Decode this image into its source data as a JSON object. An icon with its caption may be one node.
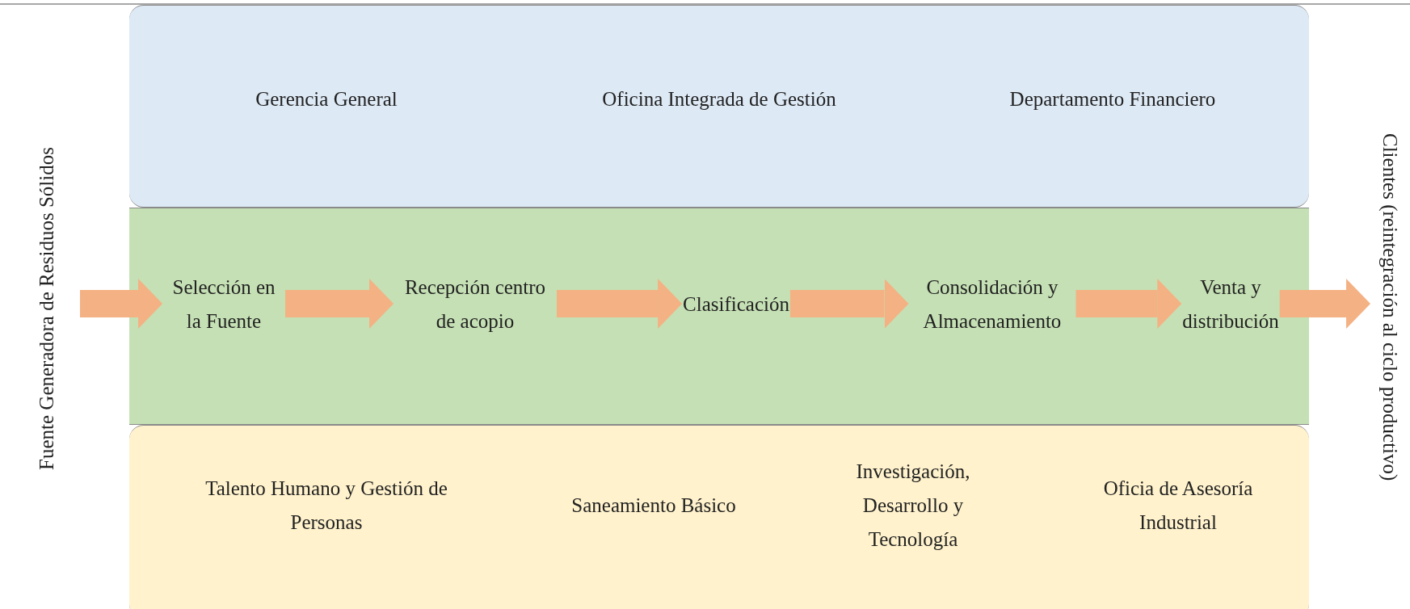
{
  "diagram": {
    "nodes": [
      {
        "text": [
          "Fuente Generadora de Residuos Sólidos"
        ]
      },
      {
        "text": [
          "Gerencia General",
          "Oficina Integrada de Gestión",
          "Departamento Financiero"
        ]
      },
      {
        "text": [],
        "shape": "box"
      },
      {
        "text": [
          "Selección en la Fuente"
        ],
        "in": 2
      },
      {
        "text": [
          "Recepción centro de acopio"
        ],
        "in": 2
      },
      {
        "text": [
          "Clasificación"
        ],
        "in": 2
      },
      {
        "text": [
          "Consolidación y Almacenamiento"
        ],
        "in": 2
      },
      {
        "text": [
          "Venta y distribución"
        ],
        "in": 2
      },
      {
        "text": [
          "Talento Humano y Gestión de Personas",
          "Saneamiento Básico",
          "Investigación, Desarrollo y Tecnología",
          "Oficia de Asesoría Industrial"
        ]
      },
      {
        "text": [
          "Clientes (reintegración al ciclo productivo)"
        ]
      }
    ],
    "edges": [
      {
        "from": 0,
        "to": 3,
        "arrow": "to"
      },
      {
        "from": 3,
        "to": 4,
        "arrow": "to"
      },
      {
        "from": 4,
        "to": 5,
        "arrow": "to"
      },
      {
        "from": 5,
        "to": 6,
        "arrow": "to"
      },
      {
        "from": 6,
        "to": 7,
        "arrow": "to"
      },
      {
        "from": 7,
        "to": 9,
        "arrow": "to"
      }
    ]
  }
}
